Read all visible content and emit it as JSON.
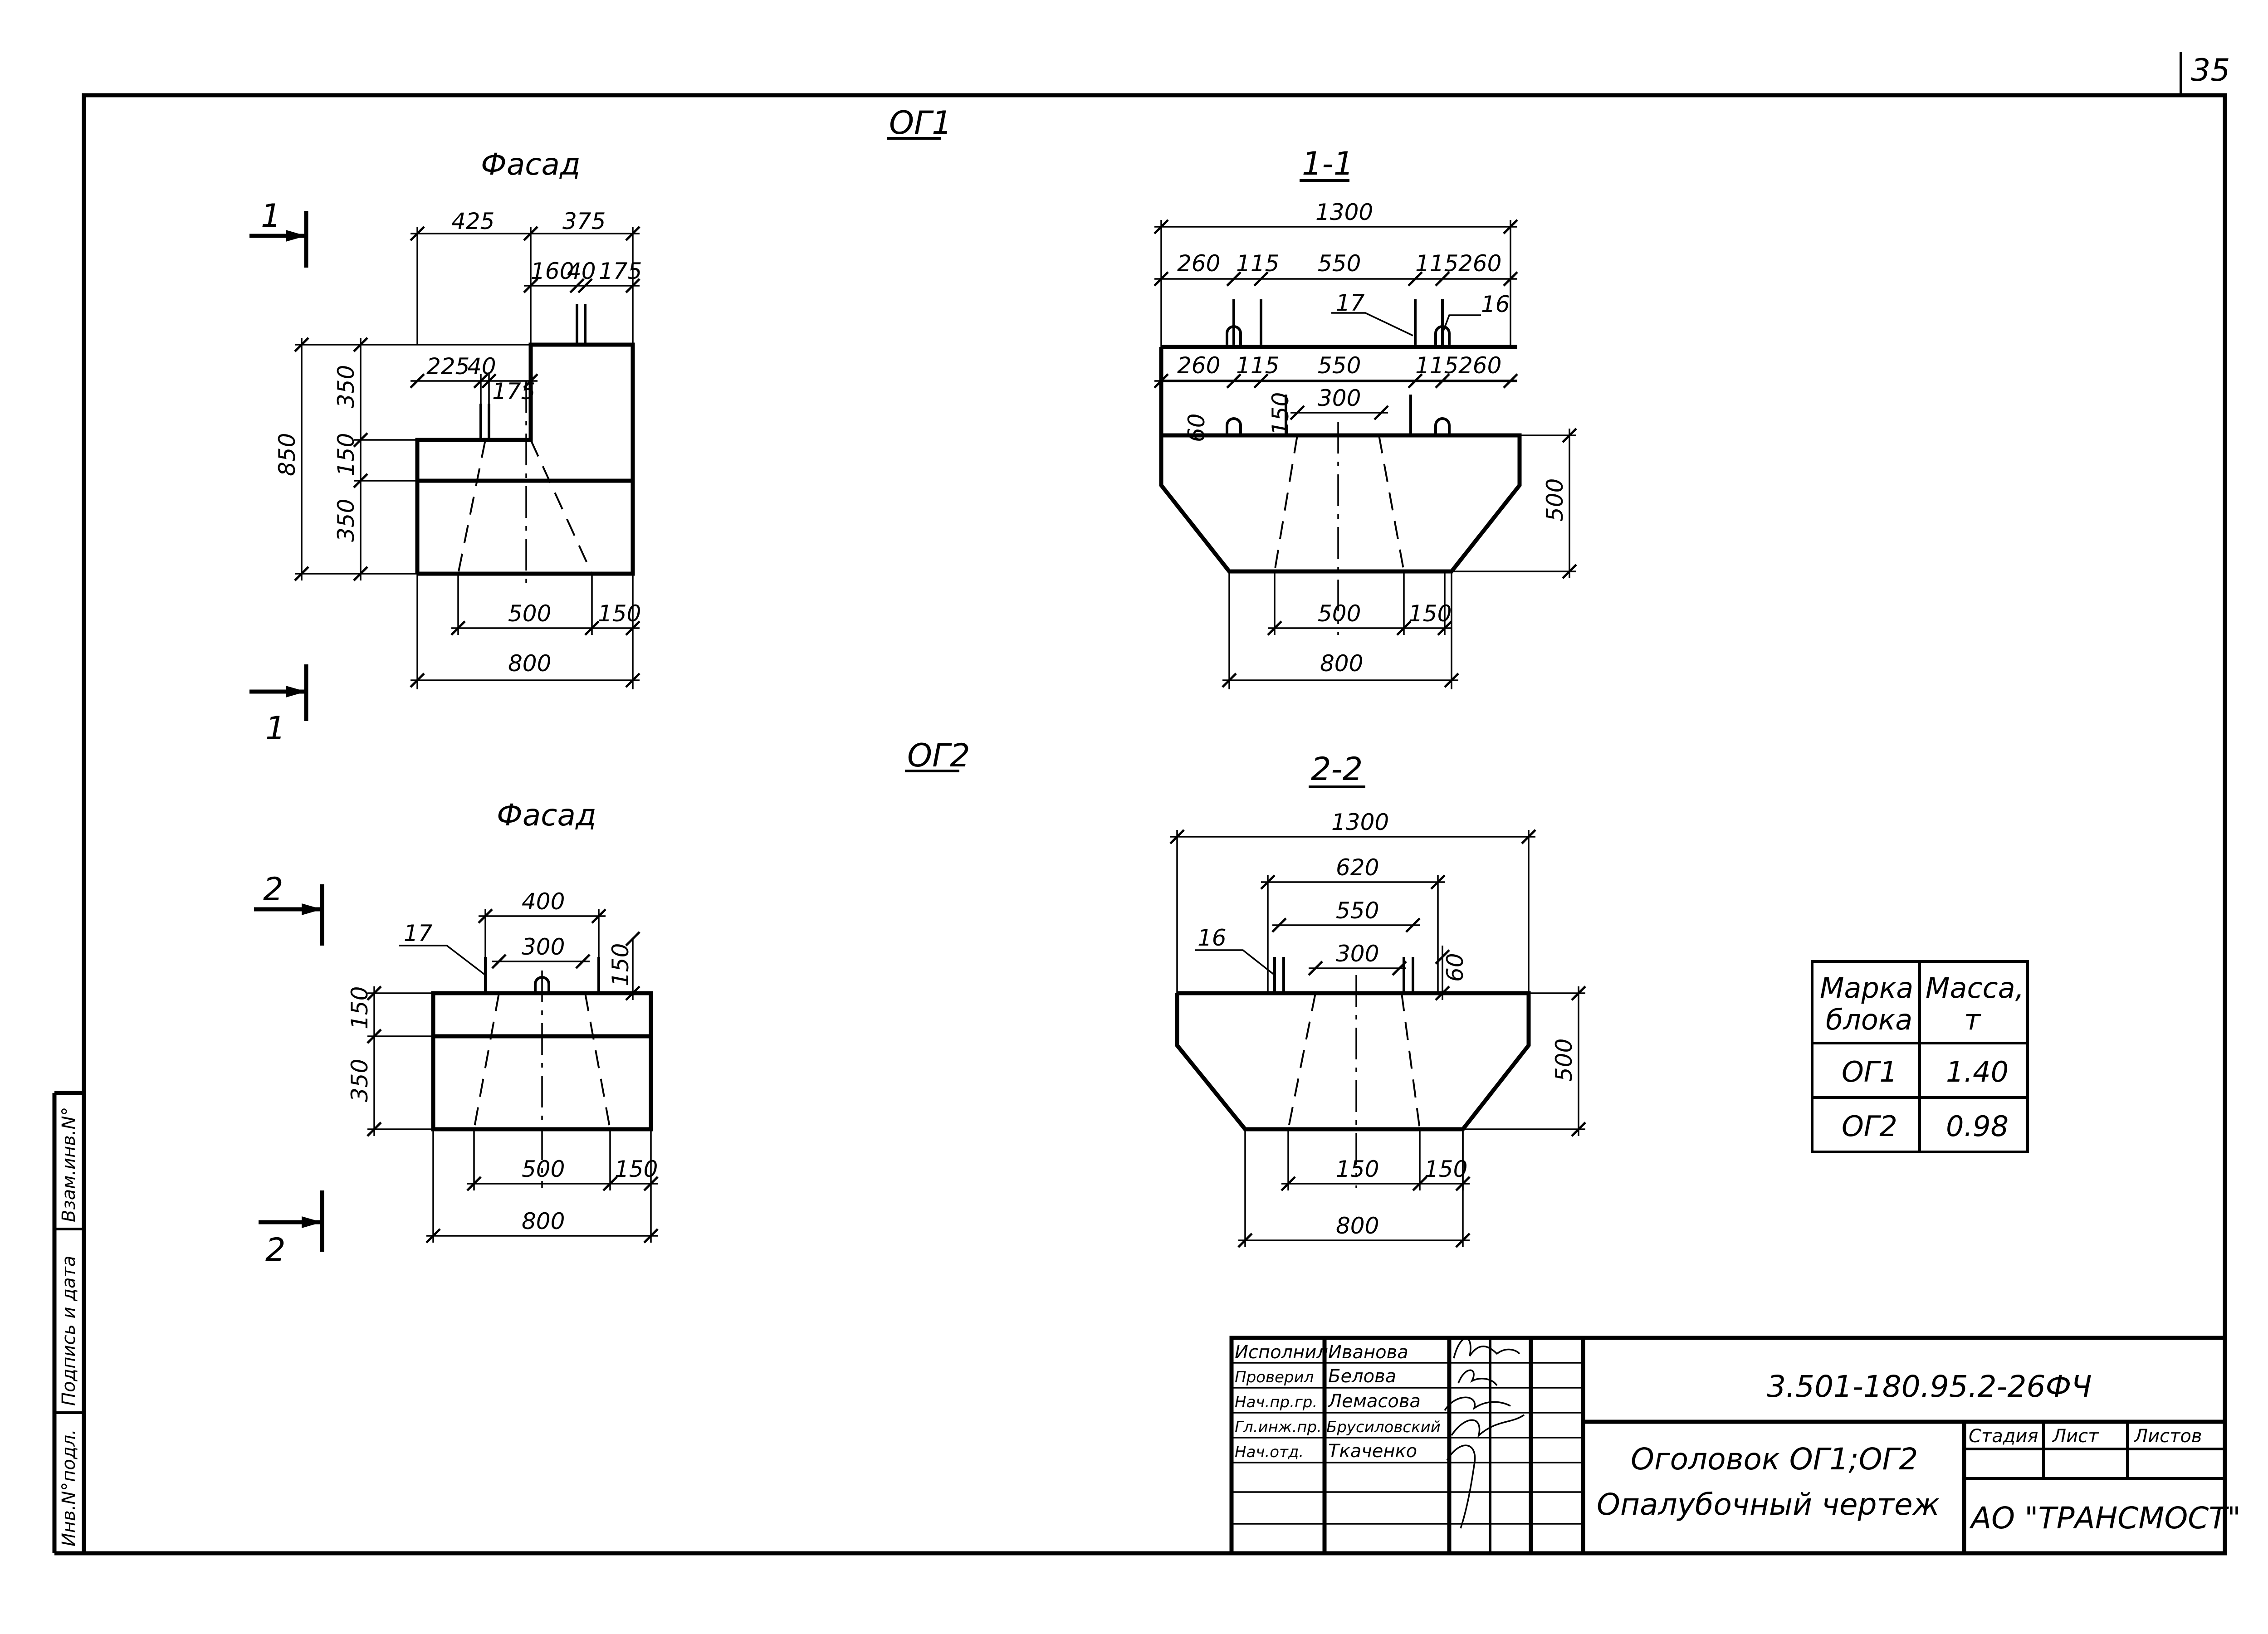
{
  "sheet_number": "35",
  "og1": {
    "label": "ОГ1",
    "facade_title": "Фасад",
    "section_mark": "1",
    "section_title": "1-1",
    "facade_dims": {
      "top_left": "425",
      "top_right": "375",
      "top_sub_a": "160",
      "top_sub_b": "40",
      "top_sub_c": "175",
      "mid_a": "225",
      "mid_b": "40",
      "mid_c": "175",
      "left_total": "850",
      "left_a": "350",
      "left_b": "150",
      "left_c": "350",
      "bottom_inner": "500",
      "bottom_side": "150",
      "bottom_total": "800"
    },
    "section_dims": {
      "total": "1300",
      "row1": [
        "260",
        "115",
        "550",
        "115",
        "260"
      ],
      "row2": [
        "260",
        "115",
        "550",
        "115",
        "260"
      ],
      "leader_17": "17",
      "leader_16": "16",
      "small_60": "60",
      "small_150": "150",
      "inner_300": "300",
      "height_500": "500",
      "bottom_inner": "500",
      "bottom_side": "150",
      "bottom_total": "800"
    }
  },
  "og2": {
    "label": "ОГ2",
    "facade_title": "Фасад",
    "section_mark": "2",
    "section_title": "2-2",
    "facade_dims": {
      "top_400": "400",
      "top_300": "300",
      "side_150_top": "150",
      "leader_17": "17",
      "left_150": "150",
      "left_350": "350",
      "bottom_inner": "500",
      "bottom_side": "150",
      "bottom_total": "800"
    },
    "section_dims": {
      "total": "1300",
      "d620": "620",
      "d550": "550",
      "d300": "300",
      "d60": "60",
      "leader_16": "16",
      "height_500": "500",
      "bottom_inner": "150",
      "bottom_side": "150",
      "bottom_total": "800"
    }
  },
  "mass_table": {
    "headers": [
      [
        "Марка",
        "блока"
      ],
      [
        "Масса,",
        "т"
      ]
    ],
    "rows": [
      [
        "ОГ1",
        "1.40"
      ],
      [
        "ОГ2",
        "0.98"
      ]
    ]
  },
  "side_stamp": [
    "Инв.N°подл.",
    "Подпись и дата",
    "Взам.инв.N°"
  ],
  "title_block": {
    "roles": [
      {
        "role": "Исполнил",
        "name": "Иванова"
      },
      {
        "role": "Проверил",
        "name": "Белова"
      },
      {
        "role": "Нач.пр.гр.",
        "name": "Лемасова"
      },
      {
        "role": "Гл.инж.пр.",
        "name": "Брусиловский"
      },
      {
        "role": "Нач.отд.",
        "name": "Ткаченко"
      }
    ],
    "doc_code": "3.501-180.95.2-26ФЧ",
    "object_name": "Оголовок ОГ1;ОГ2",
    "drawing_type": "Опалубочный чертеж",
    "stage_headers": [
      "Стадия",
      "Лист",
      "Листов"
    ],
    "organization": "АО \"ТРАНСМОСТ\""
  }
}
